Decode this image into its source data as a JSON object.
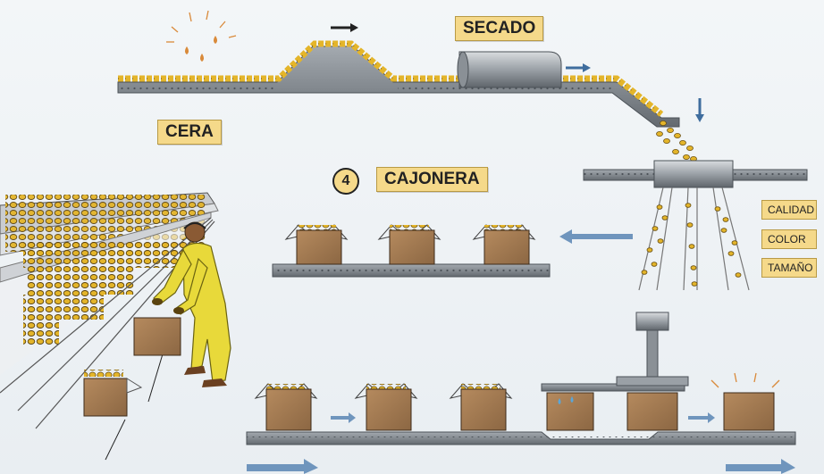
{
  "labels": {
    "secado": "SECADO",
    "cera": "CERA",
    "cajonera": "CAJONERA",
    "step_number": "4"
  },
  "sort_criteria": [
    "CALIDAD",
    "COLOR",
    "TAMAÑO"
  ],
  "colors": {
    "label_fill": "#f5d98a",
    "belt": "#7c8288",
    "fruit": "#e4b52a",
    "box": "#a27a52",
    "arrow": "#6f95bd",
    "worker": "#e8d93a",
    "wax_drop": "#d98a3a"
  }
}
